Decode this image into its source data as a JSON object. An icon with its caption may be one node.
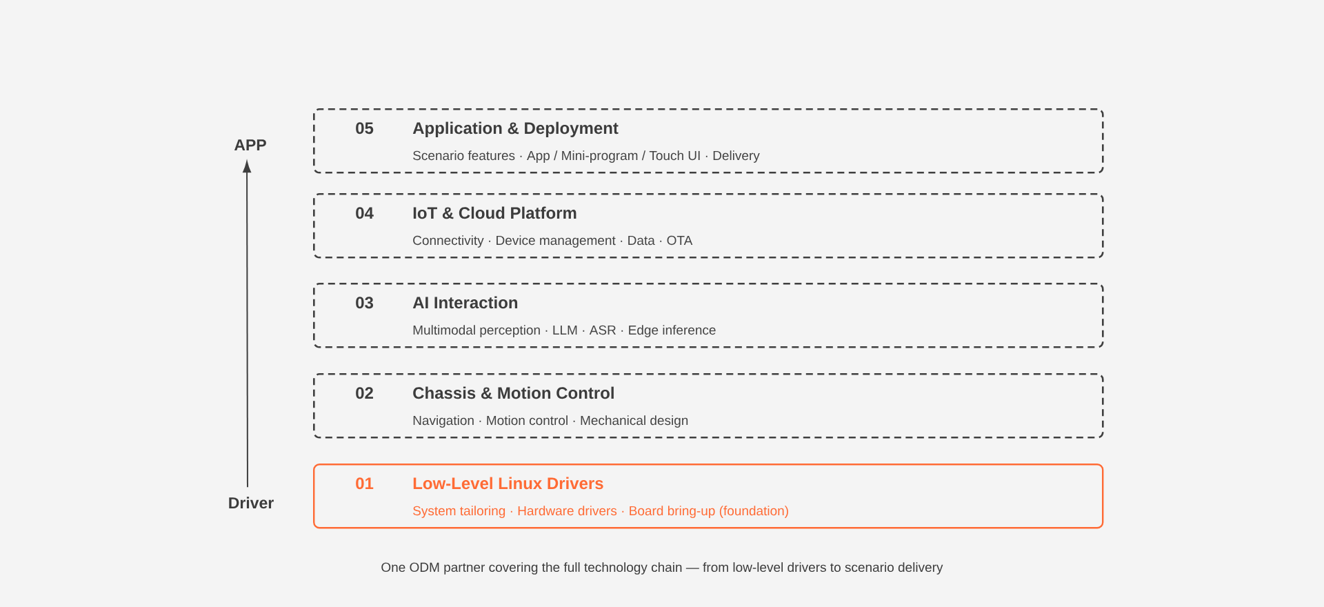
{
  "diagram": {
    "caption": "One ODM partner covering the full technology chain — from low-level drivers to scenario delivery",
    "nodes": [
      {
        "text": [
          "APP"
        ]
      },
      {
        "text": [
          "05",
          "Application & Deployment",
          "Scenario features · App / Mini-program / Touch UI · Delivery"
        ]
      },
      {
        "text": [
          "04",
          "IoT & Cloud Platform",
          "Connectivity · Device management · Data · OTA"
        ]
      },
      {
        "text": [
          "03",
          "AI Interaction",
          "Multimodal perception · LLM · ASR · Edge inference"
        ]
      },
      {
        "text": [
          "02",
          "Chassis & Motion Control",
          "Navigation · Motion control · Mechanical design"
        ]
      },
      {
        "text": [
          "01",
          "Low-Level Linux Drivers",
          "System tailoring · Hardware drivers · Board bring-up (foundation)"
        ]
      },
      {
        "text": [
          "Driver"
        ]
      }
    ],
    "edges": [
      {
        "from": 6,
        "to": 0,
        "arrow": "to"
      }
    ]
  }
}
